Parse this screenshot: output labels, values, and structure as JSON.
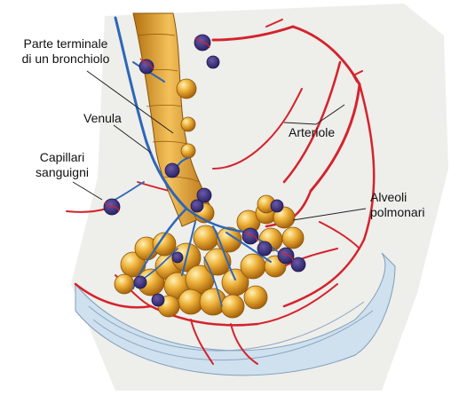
{
  "labels": {
    "bronchiole": [
      "Parte terminale",
      "di un bronchiolo"
    ],
    "venule": "Venula",
    "capillaries": [
      "Capillari",
      "sanguigni"
    ],
    "arterioles": "Arteriole",
    "alveoli": [
      "Alveoli",
      "polmonari"
    ]
  },
  "colors": {
    "bronchiole": "#e3a020",
    "alveoli": "#e7a52a",
    "artery": "#d4232d",
    "vein": "#2d66b8",
    "tissue": "#eeeeea",
    "pleura": "#cfe0ee"
  }
}
